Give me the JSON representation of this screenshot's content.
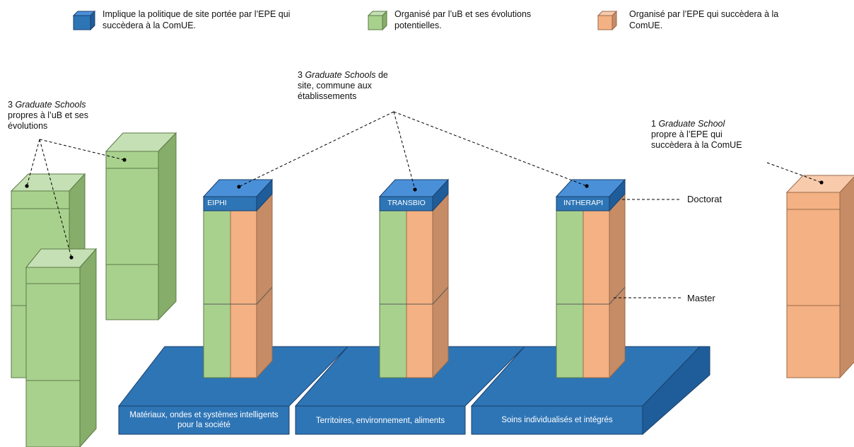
{
  "legend": [
    {
      "key": "blue",
      "color": "#2f6db5",
      "text_line1": "Implique la politique de site portée par l’EPE qui",
      "text_line2": "succèdera à la ComUE."
    },
    {
      "key": "green",
      "color": "#a9d18e",
      "text_line1": "Organisé par l’uB et ses évolutions",
      "text_line2": "potentielles."
    },
    {
      "key": "orange",
      "color": "#f4b183",
      "text_line1": "Organisé par  l’EPE qui succèdera à la",
      "text_line2": "ComUE."
    }
  ],
  "callouts": {
    "ub": {
      "prefix": "3 ",
      "italic": "Graduate Schools",
      "line1_suffix": "",
      "line2": "propres à l’uB et ses",
      "line3": "évolutions"
    },
    "site": {
      "prefix": "3 ",
      "italic": "Graduate Schools",
      "line1_suffix": " de",
      "line2": "site, commune aux",
      "line3": "établissements"
    },
    "epe": {
      "prefix": "1 ",
      "italic": "Graduate School",
      "line1_suffix": "",
      "line2": "propre à l’EPE qui",
      "line3": "succèdera à la ComUE"
    }
  },
  "graduate_schools": [
    "EIPHI",
    "TRANSBIO",
    "INTHERAPI"
  ],
  "platforms": [
    {
      "line1": "Matériaux, ondes et systèmes intelligents",
      "line2": "pour la société"
    },
    {
      "line1": "Territoires, environnement, aliments",
      "line2": ""
    },
    {
      "line1": "Soins individualisés et intégrés",
      "line2": ""
    }
  ],
  "levels": {
    "doctorat": "Doctorat",
    "master": "Master"
  },
  "colors": {
    "blue_front": "#2e75b6",
    "blue_top": "#4a90d9",
    "blue_side": "#1f5d9a",
    "green_front": "#a9d18e",
    "green_top": "#c5e0b4",
    "green_side": "#86ad6a",
    "orange_front": "#f4b183",
    "orange_top": "#f8cbad",
    "orange_side": "#c58c66"
  }
}
